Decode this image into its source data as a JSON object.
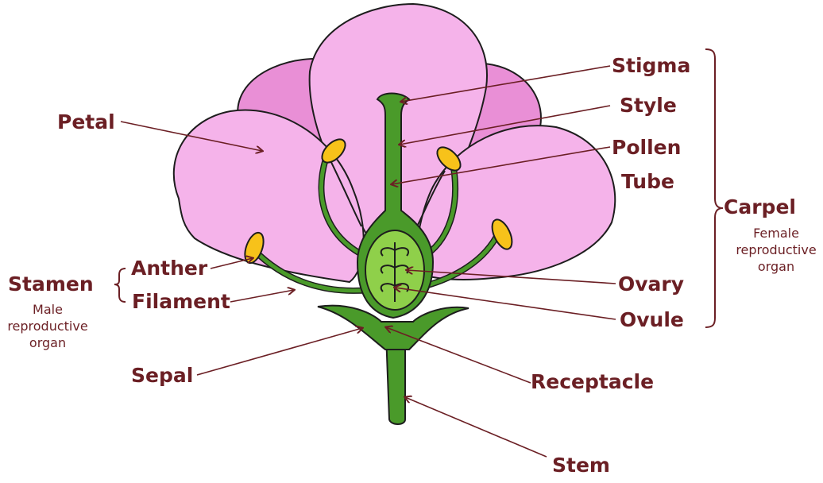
{
  "labels": {
    "petal": "Petal",
    "stigma": "Stigma",
    "style": "Style",
    "pollen": "Pollen",
    "tube": "Tube",
    "carpel": "Carpel",
    "carpel_sub1": "Female",
    "carpel_sub2": "reproductive",
    "carpel_sub3": "organ",
    "anther": "Anther",
    "stamen": "Stamen",
    "stamen_sub1": "Male",
    "stamen_sub2": "reproductive",
    "stamen_sub3": "organ",
    "filament": "Filament",
    "ovary": "Ovary",
    "ovule": "Ovule",
    "sepal": "Sepal",
    "receptacle": "Receptacle",
    "stem": "Stem"
  },
  "colors": {
    "label_text": "#6b1f24",
    "petal_back": "#e98fd6",
    "petal_front": "#f5b3ea",
    "stem_green": "#4a9a2a",
    "ovary_green": "#8fd04a",
    "anther_yellow": "#f7c21a"
  }
}
